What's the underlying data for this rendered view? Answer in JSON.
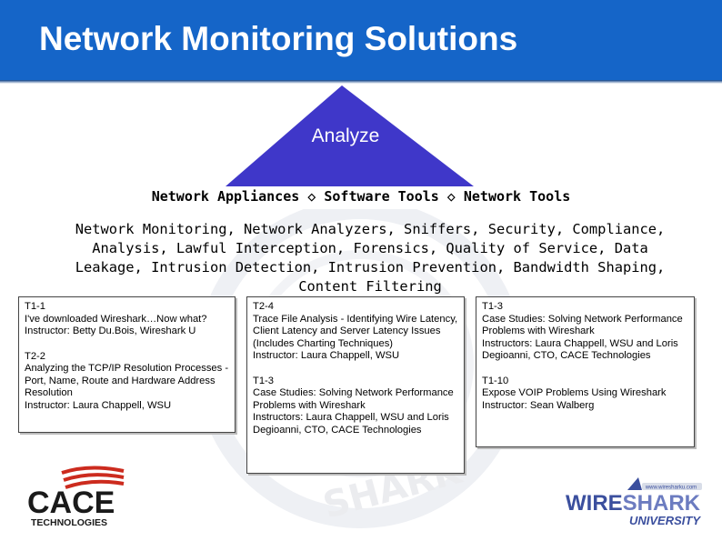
{
  "header": {
    "title": "Network Monitoring Solutions"
  },
  "pyramid": {
    "label": "Analyze"
  },
  "tools_line": "Network Appliances ◇ Software Tools ◇ Network Tools",
  "description": "Network Monitoring, Network Analyzers, Sniffers, Security, Compliance, Analysis, Lawful Interception, Forensics, Quality of Service, Data Leakage, Intrusion Detection, Intrusion Prevention, Bandwidth Shaping, Content Filtering",
  "sessions": {
    "col1": [
      {
        "text": "T1-1\nI've downloaded Wireshark…Now what?\nInstructor: Betty Du.Bois, Wireshark U"
      },
      {
        "text": "T2-2\nAnalyzing the TCP/IP Resolution Processes -\nPort, Name, Route and Hardware Address Resolution\nInstructor: Laura Chappell, WSU"
      }
    ],
    "col2": [
      {
        "text": "T2-4\nTrace File Analysis - Identifying Wire Latency,\nClient Latency and Server Latency Issues (Includes Charting Techniques)\nInstructor: Laura Chappell, WSU"
      },
      {
        "text": "T1-3\nCase Studies: Solving Network Performance\nProblems with Wireshark\nInstructors: Laura Chappell, WSU and Loris\nDegioanni, CTO, CACE Technologies"
      }
    ],
    "col3": [
      {
        "text": "T1-3\nCase Studies: Solving Network Performance\nProblems with Wireshark\nInstructors: Laura Chappell, WSU and Loris\nDegioanni, CTO, CACE Technologies"
      },
      {
        "text": "T1-10\nExpose VOIP Problems Using Wireshark\nInstructor: Sean Walberg"
      }
    ]
  },
  "logos": {
    "cace": {
      "name": "CACE",
      "sub": "TECHNOLOGIES"
    },
    "wireshark": {
      "url": "www.wiresharku.com",
      "wire": "WIRE",
      "shark": "SHARK",
      "sub": "UNIVERSITY"
    }
  },
  "colors": {
    "header": "#1565c8",
    "pyramid": "#3f37c9",
    "cace_red": "#cc2b1e",
    "ws_blue": "#3b4f9e"
  }
}
